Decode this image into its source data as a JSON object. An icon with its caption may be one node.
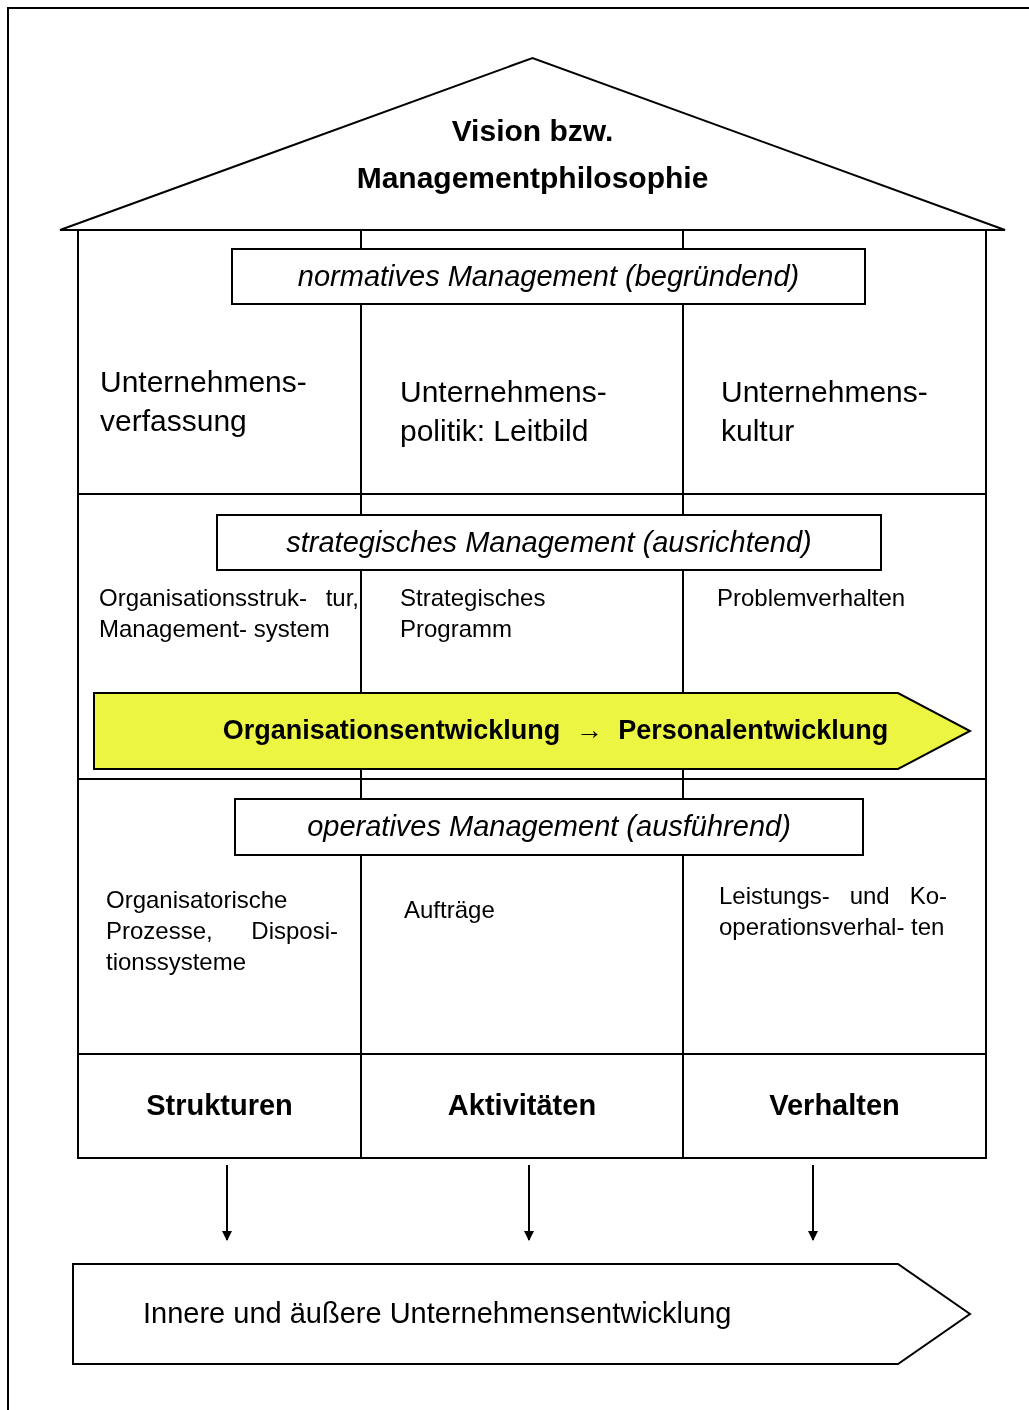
{
  "diagram": {
    "nodes": [
      {
        "text": [
          "Vision bzw. Managementphilosophie"
        ]
      },
      {
        "text": [
          "normatives Management (begründend)"
        ]
      },
      {
        "text": [
          "Unternehmens- verfassung"
        ]
      },
      {
        "text": [
          "Unternehmens- politik: Leitbild"
        ]
      },
      {
        "text": [
          "Unternehmens- kultur"
        ]
      },
      {
        "text": [
          "strategisches Management (ausrichtend)"
        ]
      },
      {
        "text": [
          "Organisationsstruk- tur, Management- system"
        ]
      },
      {
        "text": [
          "Strategisches Programm"
        ]
      },
      {
        "text": [
          "Problemverhalten"
        ]
      },
      {
        "text": [
          "Organisationsentwicklung → Personalentwicklung"
        ]
      },
      {
        "text": [
          "operatives Management (ausführend)"
        ]
      },
      {
        "text": [
          "Organisatorische Prozesse, Disposi- tionssysteme"
        ]
      },
      {
        "text": [
          "Aufträge"
        ]
      },
      {
        "text": [
          "Leistungs- und Ko- operationsverhal- ten"
        ]
      },
      {
        "text": [
          "Strukturen"
        ]
      },
      {
        "text": [
          "Aktivitäten"
        ]
      },
      {
        "text": [
          "Verhalten"
        ]
      },
      {
        "text": [
          "Innere und äußere Unternehmensentwicklung"
        ]
      }
    ],
    "edges": [
      {
        "from": 14,
        "to": 17,
        "arrow": "to"
      },
      {
        "from": 15,
        "to": 17,
        "arrow": "to"
      },
      {
        "from": 16,
        "to": 17,
        "arrow": "to"
      }
    ]
  }
}
